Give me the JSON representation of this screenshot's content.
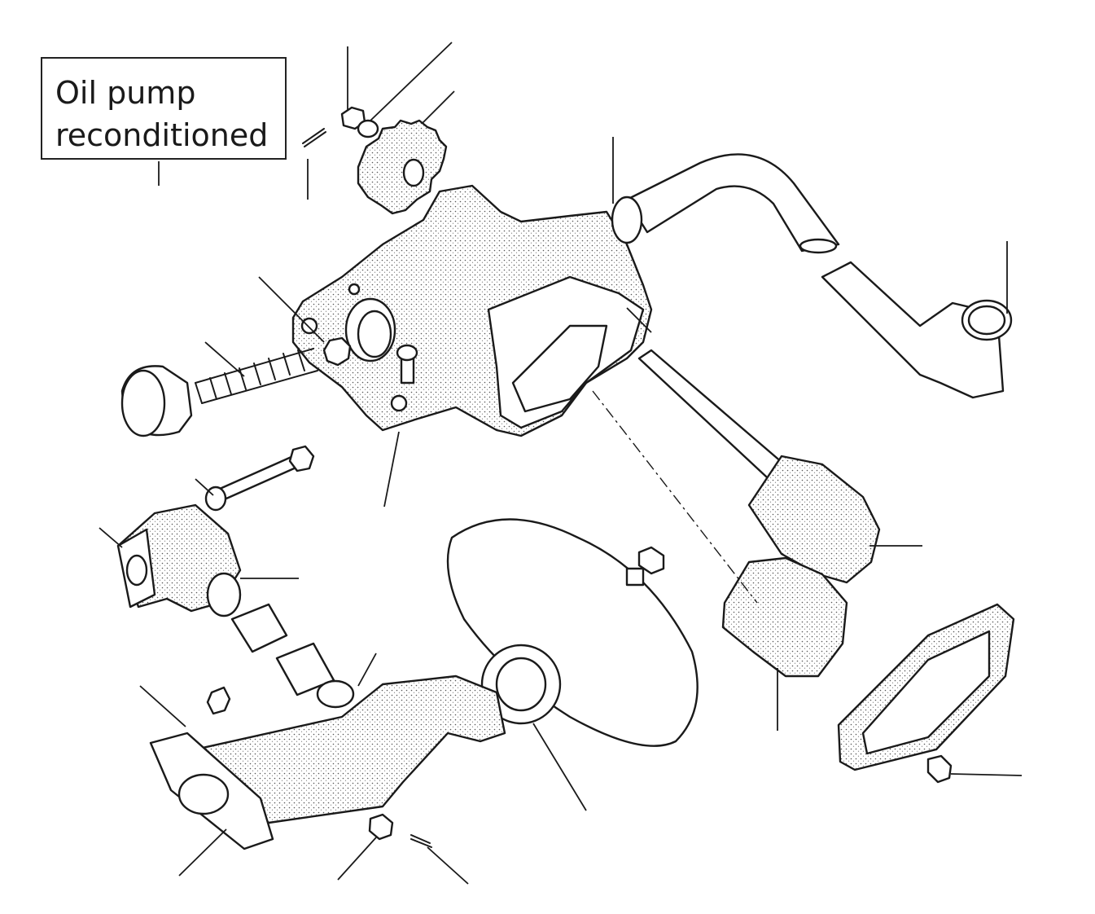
{
  "diagram": {
    "label_box": {
      "lines": [
        "Oil pump",
        "reconditioned"
      ]
    },
    "icons": [
      "exploded-oil-pump-assembly"
    ]
  }
}
